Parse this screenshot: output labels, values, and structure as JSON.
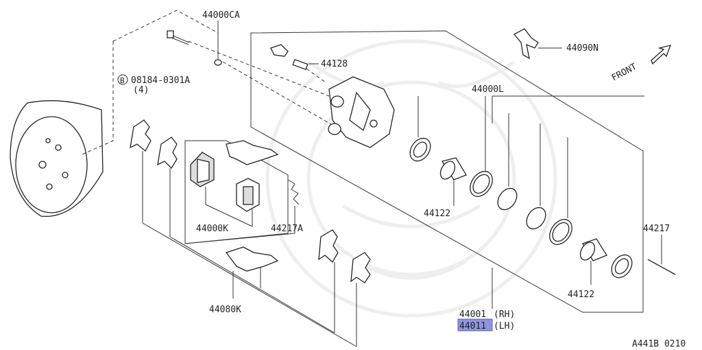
{
  "labels": {
    "p44000CA": "44000CA",
    "p44128": "44128",
    "p44090N": "44090N",
    "p08184": "08184-0301A",
    "qty4": "(4)",
    "bolt_circle": "B",
    "front": "FRONT",
    "p44000L": "44000L",
    "p44122_upper": "44122",
    "p44122_lower": "44122",
    "p44000K": "44000K",
    "p44217A": "44217A",
    "p44217": "44217",
    "p44080K": "44080K",
    "p44001": "44001",
    "rh": "(RH)",
    "p44011": "44011",
    "lh": "(LH)",
    "diagram_code": "A441B 0210"
  },
  "colors": {
    "line": "#333333",
    "highlight": "#8e95da",
    "watermark": "#eeeeee"
  },
  "highlighted_part": "44011"
}
